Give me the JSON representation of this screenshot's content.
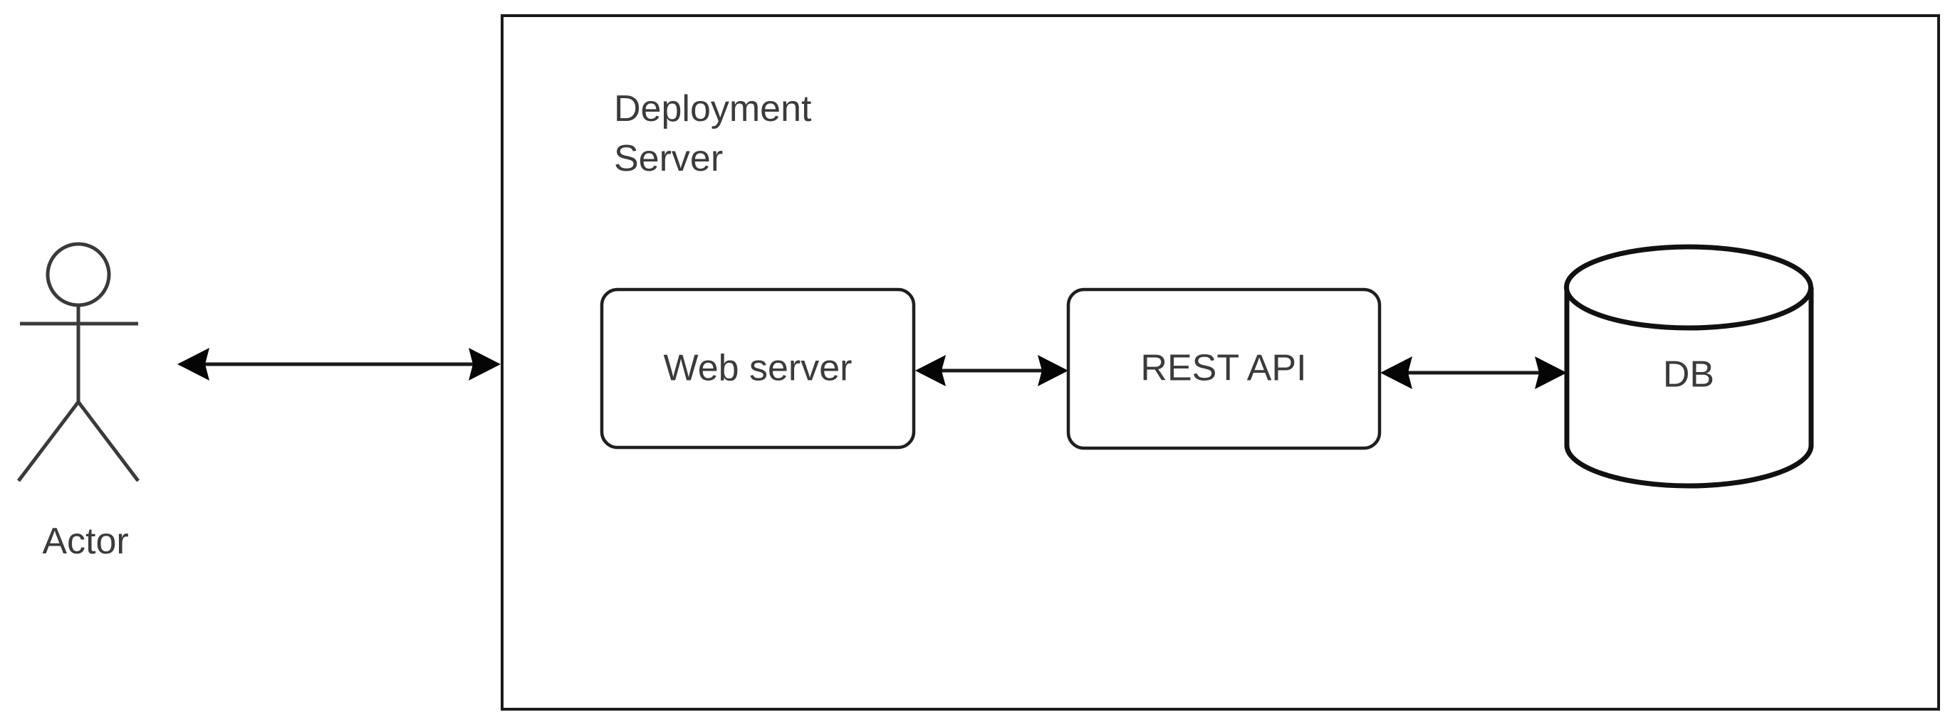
{
  "diagram": {
    "type": "deployment-diagram",
    "background_color": "#ffffff",
    "line_color": "#1a1a1a",
    "text_color": "#3b3b3b",
    "actor": {
      "label": "Actor",
      "icon": "stick-figure-actor-icon"
    },
    "container": {
      "title_line1": "Deployment",
      "title_line2": "Server",
      "title_full": "Deployment Server",
      "shape": "rectangle"
    },
    "nodes": [
      {
        "id": "web-server",
        "label": "Web server",
        "shape": "rounded-rectangle"
      },
      {
        "id": "rest-api",
        "label": "REST API",
        "shape": "rounded-rectangle"
      },
      {
        "id": "db",
        "label": "DB",
        "shape": "cylinder"
      }
    ],
    "connections": [
      {
        "id": "actor-to-server",
        "from": "Actor",
        "to": "Deployment Server",
        "style": "double-headed-arrow",
        "label": ""
      },
      {
        "id": "web-to-api",
        "from": "Web server",
        "to": "REST API",
        "style": "double-headed-arrow",
        "label": ""
      },
      {
        "id": "api-to-db",
        "from": "REST API",
        "to": "DB",
        "style": "double-headed-arrow",
        "label": ""
      }
    ]
  }
}
